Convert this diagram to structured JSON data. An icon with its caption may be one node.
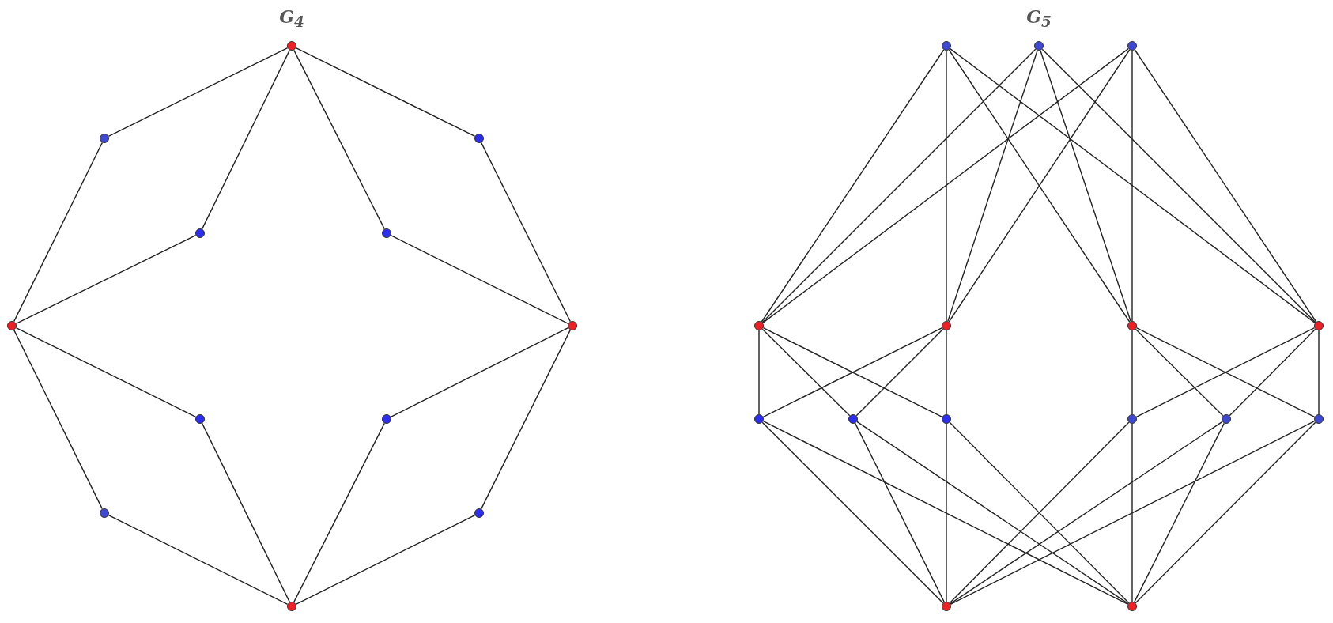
{
  "diagram": {
    "nodes": [
      {
        "text": [],
        "shape": "circle"
      },
      {
        "text": [],
        "shape": "circle"
      },
      {
        "text": [],
        "shape": "circle"
      },
      {
        "text": [],
        "shape": "circle"
      },
      {
        "text": [],
        "shape": "circle"
      },
      {
        "text": [],
        "shape": "circle"
      },
      {
        "text": [],
        "shape": "circle"
      },
      {
        "text": [],
        "shape": "circle"
      },
      {
        "text": [],
        "shape": "circle"
      },
      {
        "text": [],
        "shape": "circle"
      },
      {
        "text": [],
        "shape": "circle"
      },
      {
        "text": [],
        "shape": "circle"
      },
      {
        "text": [],
        "shape": "circle"
      },
      {
        "text": [],
        "shape": "circle"
      },
      {
        "text": [],
        "shape": "circle"
      },
      {
        "text": [],
        "shape": "circle"
      },
      {
        "text": [],
        "shape": "circle"
      },
      {
        "text": [],
        "shape": "circle"
      },
      {
        "text": [],
        "shape": "circle"
      },
      {
        "text": [],
        "shape": "circle"
      },
      {
        "text": [],
        "shape": "circle"
      },
      {
        "text": [],
        "shape": "circle"
      },
      {
        "text": [],
        "shape": "circle"
      },
      {
        "text": [],
        "shape": "circle"
      },
      {
        "text": [],
        "shape": "circle"
      },
      {
        "text": [],
        "shape": "circle"
      },
      {
        "text": [],
        "shape": "circle"
      }
    ],
    "edges": [
      {
        "from": 0,
        "to": 1,
        "arrow": "none"
      },
      {
        "from": 0,
        "to": 3,
        "arrow": "none"
      },
      {
        "from": 0,
        "to": 4,
        "arrow": "none"
      },
      {
        "from": 0,
        "to": 2,
        "arrow": "none"
      },
      {
        "from": 1,
        "to": 5,
        "arrow": "none"
      },
      {
        "from": 3,
        "to": 5,
        "arrow": "none"
      },
      {
        "from": 2,
        "to": 6,
        "arrow": "none"
      },
      {
        "from": 4,
        "to": 6,
        "arrow": "none"
      },
      {
        "from": 5,
        "to": 7,
        "arrow": "none"
      },
      {
        "from": 5,
        "to": 9,
        "arrow": "none"
      },
      {
        "from": 6,
        "to": 8,
        "arrow": "none"
      },
      {
        "from": 6,
        "to": 10,
        "arrow": "none"
      },
      {
        "from": 7,
        "to": 11,
        "arrow": "none"
      },
      {
        "from": 8,
        "to": 11,
        "arrow": "none"
      },
      {
        "from": 9,
        "to": 11,
        "arrow": "none"
      },
      {
        "from": 10,
        "to": 11,
        "arrow": "none"
      },
      {
        "from": 12,
        "to": 15,
        "arrow": "none"
      },
      {
        "from": 12,
        "to": 16,
        "arrow": "none"
      },
      {
        "from": 12,
        "to": 17,
        "arrow": "none"
      },
      {
        "from": 12,
        "to": 18,
        "arrow": "none"
      },
      {
        "from": 13,
        "to": 15,
        "arrow": "none"
      },
      {
        "from": 13,
        "to": 16,
        "arrow": "none"
      },
      {
        "from": 13,
        "to": 17,
        "arrow": "none"
      },
      {
        "from": 13,
        "to": 18,
        "arrow": "none"
      },
      {
        "from": 14,
        "to": 15,
        "arrow": "none"
      },
      {
        "from": 14,
        "to": 16,
        "arrow": "none"
      },
      {
        "from": 14,
        "to": 17,
        "arrow": "none"
      },
      {
        "from": 14,
        "to": 18,
        "arrow": "none"
      },
      {
        "from": 15,
        "to": 19,
        "arrow": "none"
      },
      {
        "from": 15,
        "to": 20,
        "arrow": "none"
      },
      {
        "from": 15,
        "to": 21,
        "arrow": "none"
      },
      {
        "from": 16,
        "to": 19,
        "arrow": "none"
      },
      {
        "from": 16,
        "to": 20,
        "arrow": "none"
      },
      {
        "from": 16,
        "to": 21,
        "arrow": "none"
      },
      {
        "from": 17,
        "to": 22,
        "arrow": "none"
      },
      {
        "from": 17,
        "to": 23,
        "arrow": "none"
      },
      {
        "from": 17,
        "to": 24,
        "arrow": "none"
      },
      {
        "from": 18,
        "to": 22,
        "arrow": "none"
      },
      {
        "from": 18,
        "to": 23,
        "arrow": "none"
      },
      {
        "from": 18,
        "to": 24,
        "arrow": "none"
      },
      {
        "from": 19,
        "to": 25,
        "arrow": "none"
      },
      {
        "from": 20,
        "to": 25,
        "arrow": "none"
      },
      {
        "from": 21,
        "to": 25,
        "arrow": "none"
      },
      {
        "from": 22,
        "to": 25,
        "arrow": "none"
      },
      {
        "from": 23,
        "to": 25,
        "arrow": "none"
      },
      {
        "from": 24,
        "to": 25,
        "arrow": "none"
      },
      {
        "from": 19,
        "to": 26,
        "arrow": "none"
      },
      {
        "from": 20,
        "to": 26,
        "arrow": "none"
      },
      {
        "from": 21,
        "to": 26,
        "arrow": "none"
      },
      {
        "from": 22,
        "to": 26,
        "arrow": "none"
      },
      {
        "from": 23,
        "to": 26,
        "arrow": "none"
      },
      {
        "from": 24,
        "to": 26,
        "arrow": "none"
      }
    ],
    "labels": [
      "G$_{4}$",
      "G$_{5}$"
    ]
  }
}
